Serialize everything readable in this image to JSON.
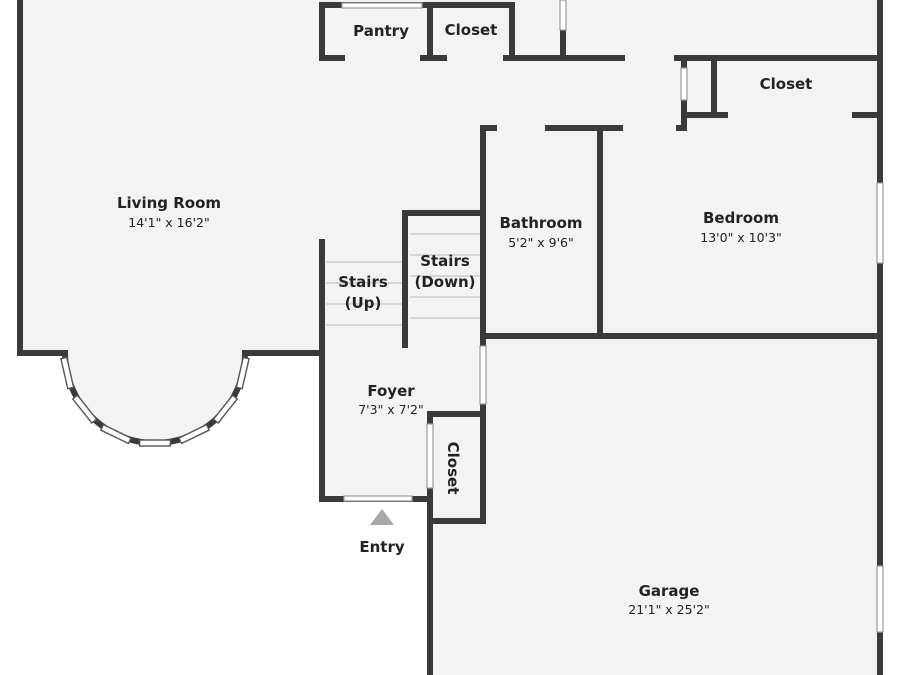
{
  "rooms": {
    "living_room": {
      "name": "Living Room",
      "dims": "14'1\" x 16'2\""
    },
    "pantry": {
      "name": "Pantry"
    },
    "closet_top": {
      "name": "Closet"
    },
    "closet_right": {
      "name": "Closet"
    },
    "bathroom": {
      "name": "Bathroom",
      "dims": "5'2\" x 9'6\""
    },
    "bedroom": {
      "name": "Bedroom",
      "dims": "13'0\" x 10'3\""
    },
    "stairs_up": {
      "line1": "Stairs",
      "line2": "(Up)"
    },
    "stairs_down": {
      "line1": "Stairs",
      "line2": "(Down)"
    },
    "foyer": {
      "name": "Foyer",
      "dims": "7'3\" x 7'2\""
    },
    "closet_foyer": {
      "name": "Closet"
    },
    "garage": {
      "name": "Garage",
      "dims": "21'1\" x 25'2\""
    }
  },
  "entry": {
    "label": "Entry"
  },
  "colors": {
    "wall": "#3a3a3a",
    "floor": "#f3f3f3",
    "background": "#ffffff",
    "entry_arrow": "#a8a8a8"
  }
}
